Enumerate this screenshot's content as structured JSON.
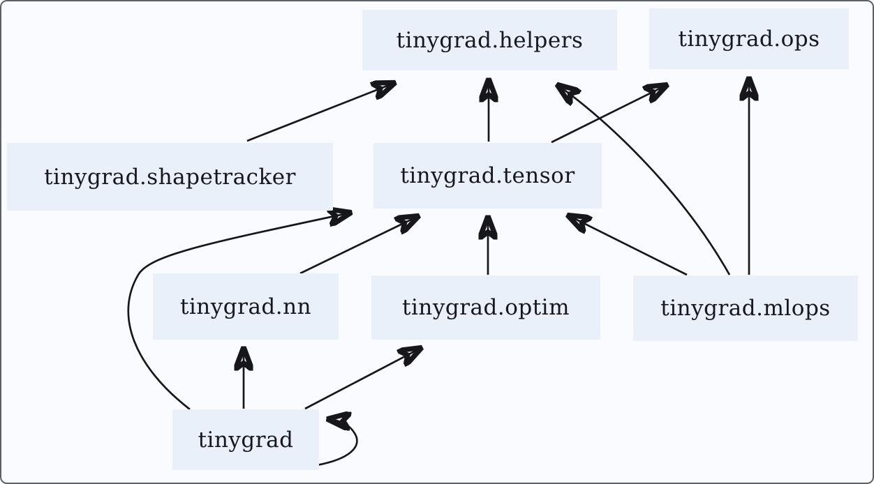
{
  "diagram": {
    "type": "dependency-graph",
    "colors": {
      "node_fill": "#e9f0f9",
      "edge_stroke": "#17171b",
      "text": "#17171d",
      "background": "#fafbfe"
    },
    "nodes": {
      "helpers": {
        "label": "tinygrad.helpers"
      },
      "ops": {
        "label": "tinygrad.ops"
      },
      "shapetracker": {
        "label": "tinygrad.shapetracker"
      },
      "tensor": {
        "label": "tinygrad.tensor"
      },
      "nn": {
        "label": "tinygrad.nn"
      },
      "optim": {
        "label": "tinygrad.optim"
      },
      "mlops": {
        "label": "tinygrad.mlops"
      },
      "tinygrad": {
        "label": "tinygrad"
      }
    },
    "edges": [
      {
        "from": "tinygrad.shapetracker",
        "to": "tinygrad.helpers"
      },
      {
        "from": "tinygrad.tensor",
        "to": "tinygrad.helpers"
      },
      {
        "from": "tinygrad.tensor",
        "to": "tinygrad.ops"
      },
      {
        "from": "tinygrad.mlops",
        "to": "tinygrad.helpers"
      },
      {
        "from": "tinygrad.mlops",
        "to": "tinygrad.ops"
      },
      {
        "from": "tinygrad.mlops",
        "to": "tinygrad.tensor"
      },
      {
        "from": "tinygrad.nn",
        "to": "tinygrad.tensor"
      },
      {
        "from": "tinygrad.optim",
        "to": "tinygrad.tensor"
      },
      {
        "from": "tinygrad",
        "to": "tinygrad.nn"
      },
      {
        "from": "tinygrad",
        "to": "tinygrad.optim"
      },
      {
        "from": "tinygrad",
        "to": "tinygrad.tensor"
      },
      {
        "from": "tinygrad",
        "to": "tinygrad"
      }
    ]
  }
}
